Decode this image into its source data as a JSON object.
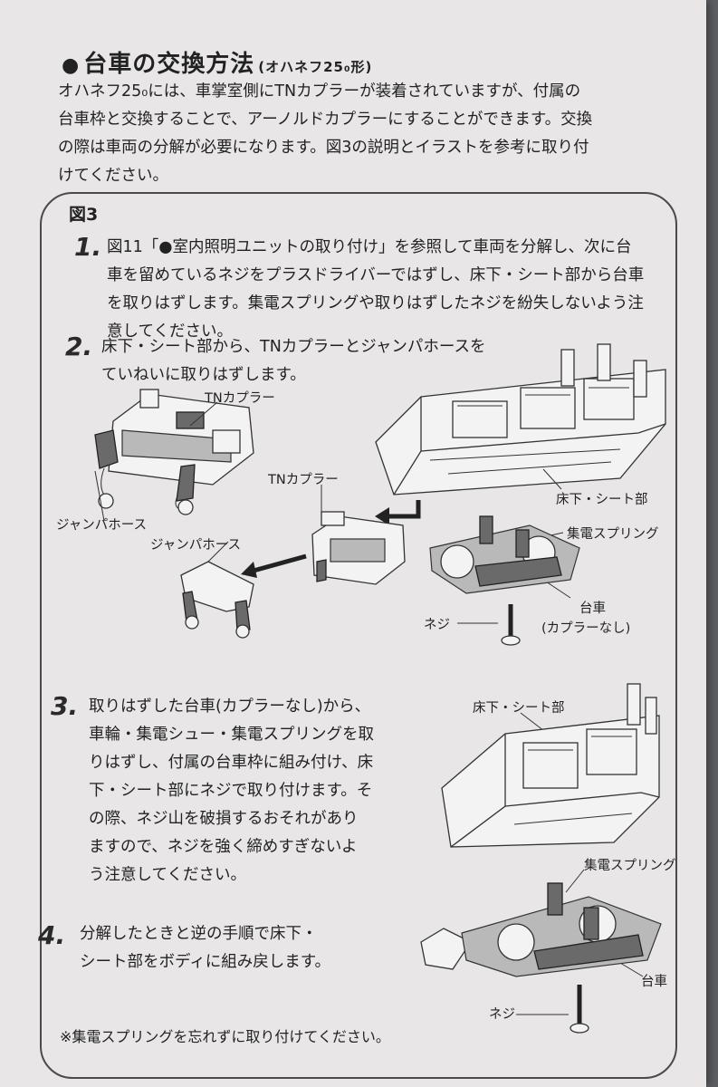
{
  "section": {
    "bullet": "●",
    "title": "台車の交換方法",
    "subtitle": "(オハネフ25₀形)"
  },
  "intro": {
    "lines": [
      "オハネフ25₀には、車掌室側にTNカプラーが装着されていますが、付属の",
      "台車枠と交換することで、アーノルドカプラーにすることができます。交換",
      "の際は車両の分解が必要になります。図3の説明とイラストを参考に取り付",
      "けてください。"
    ]
  },
  "figure": {
    "label": "図3",
    "steps": [
      {
        "num": "1.",
        "lines": [
          "図11「●室内照明ユニットの取り付け」を参照して車両を分解し、次に台",
          "車を留めているネジをプラスドライバーではずし、床下・シート部から台車",
          "を取りはずします。集電スプリングや取りはずしたネジを紛失しないよう注",
          "意してください。"
        ]
      },
      {
        "num": "2.",
        "lines": [
          "床下・シート部から、TNカプラーとジャンパホースを",
          "ていねいに取りはずします。"
        ]
      },
      {
        "num": "3.",
        "lines": [
          "取りはずした台車(カプラーなし)から、",
          "車輪・集電シュー・集電スプリングを取",
          "りはずし、付属の台車枠に組み付け、床",
          "下・シート部にネジで取り付けます。そ",
          "の際、ネジ山を破損するおそれがあり",
          "ますので、ネジを強く締めすぎないよ",
          "う注意してください。"
        ]
      },
      {
        "num": "4.",
        "lines": [
          "分解したときと逆の手順で床下・",
          "シート部をボディに組み戻します。"
        ]
      }
    ],
    "callouts": {
      "tn_coupler_1": "TNカプラー",
      "jumper_hose_1": "ジャンパホース",
      "tn_coupler_2": "TNカプラー",
      "jumper_hose_2": "ジャンパホース",
      "underfloor_1": "床下・シート部",
      "spring_1": "集電スプリング",
      "bogie_1a": "台車",
      "bogie_1b": "(カプラーなし)",
      "screw_1": "ネジ",
      "underfloor_2": "床下・シート部",
      "spring_2": "集電スプリング",
      "bogie_2": "台車",
      "screw_2": "ネジ"
    },
    "note": "※集電スプリングを忘れずに取り付けてください。"
  }
}
